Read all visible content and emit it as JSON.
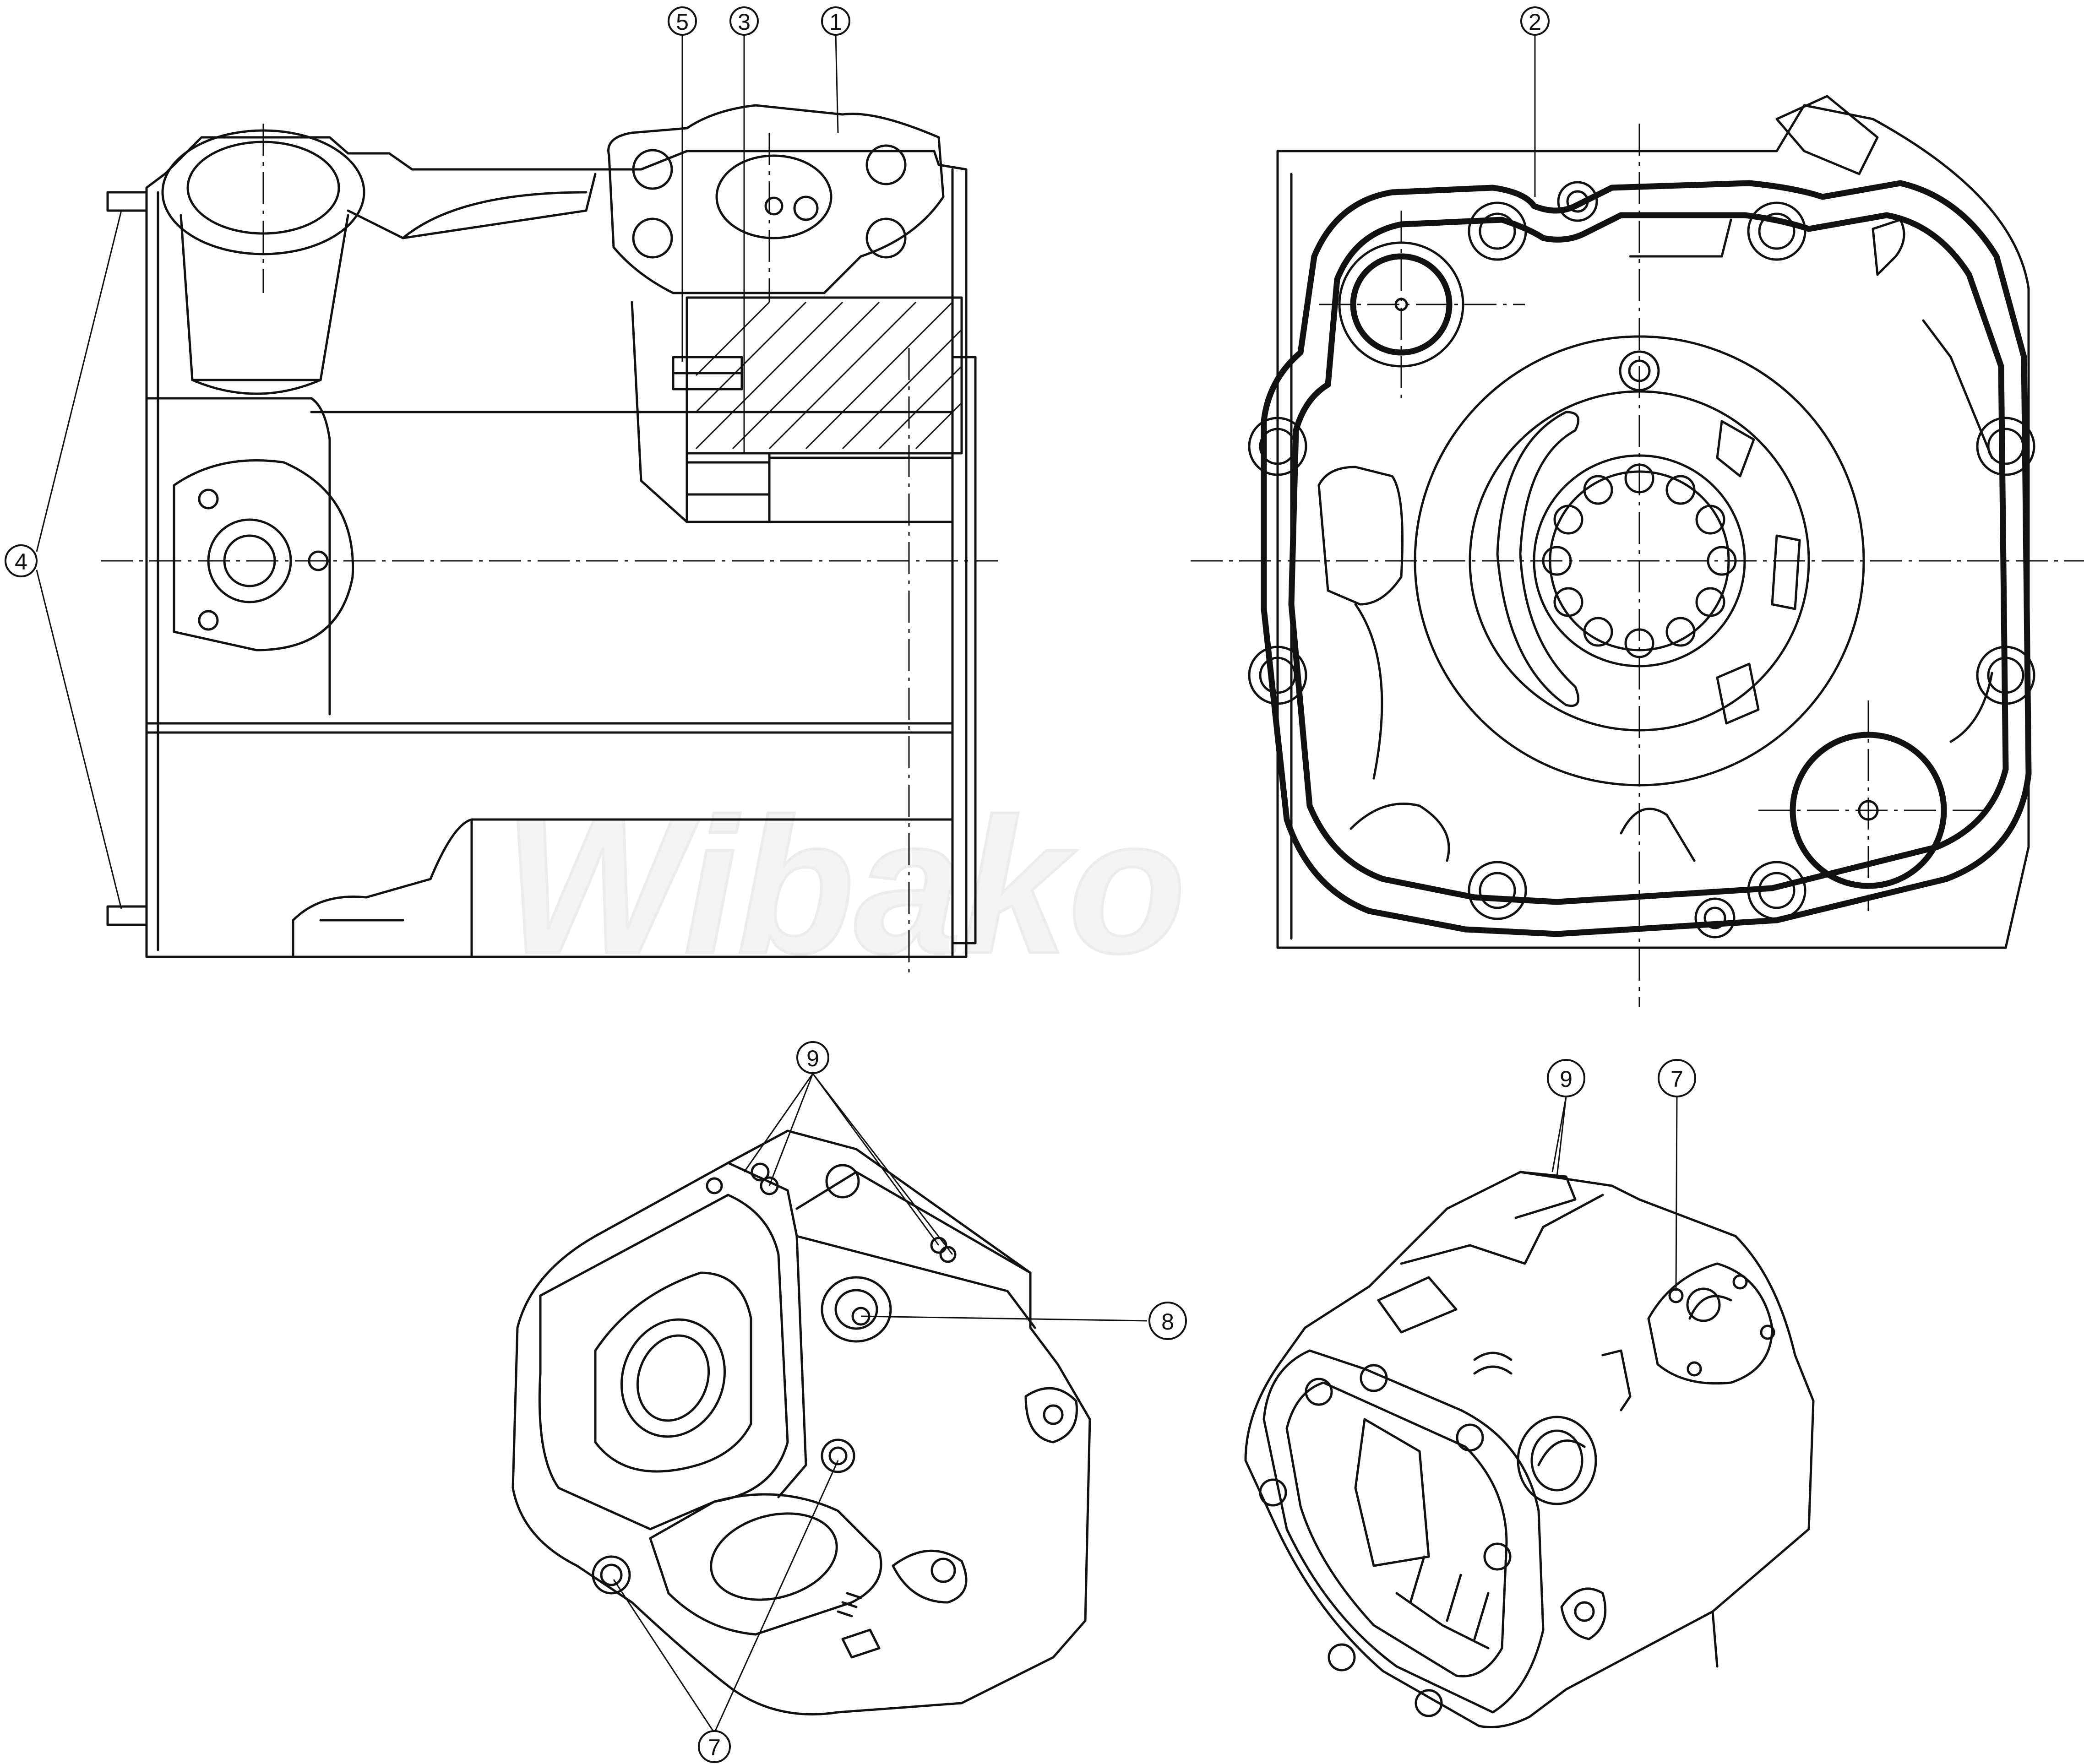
{
  "watermark": "Wibako",
  "callouts": [
    {
      "id": "c1",
      "label": "1"
    },
    {
      "id": "c2",
      "label": "2"
    },
    {
      "id": "c3",
      "label": "3"
    },
    {
      "id": "c4",
      "label": "4"
    },
    {
      "id": "c5",
      "label": "5"
    },
    {
      "id": "c7a",
      "label": "7"
    },
    {
      "id": "c7b",
      "label": "7"
    },
    {
      "id": "c8",
      "label": "8"
    },
    {
      "id": "c9a",
      "label": "9"
    },
    {
      "id": "c9b",
      "label": "9"
    }
  ]
}
